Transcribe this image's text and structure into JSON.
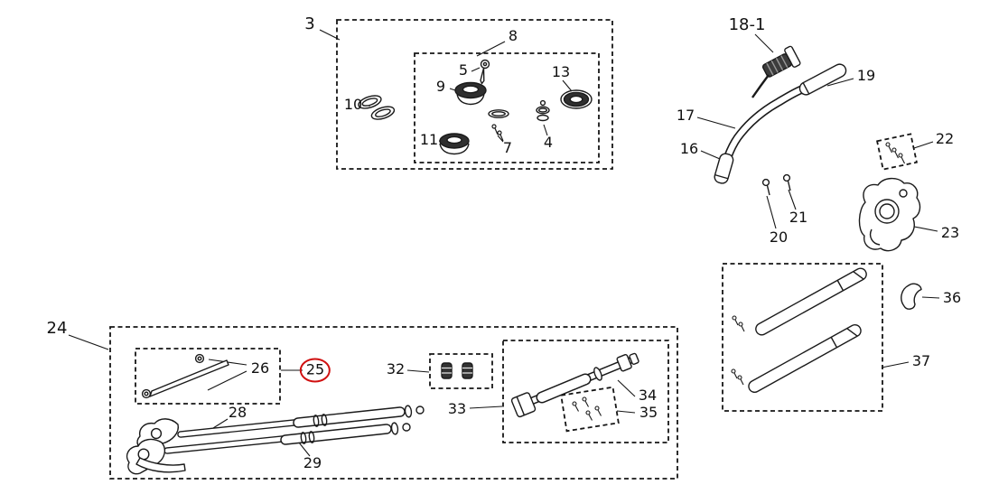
{
  "diagram": {
    "type": "exploded-parts-diagram",
    "highlighted_part": "25",
    "colors": {
      "line": "#1a1a1a",
      "highlight": "#d01010",
      "background": "#ffffff"
    },
    "labels": {
      "n3": "3",
      "n4": "4",
      "n5": "5",
      "n7": "7",
      "n8": "8",
      "n9": "9",
      "n10": "10",
      "n11": "11",
      "n13": "13",
      "n16": "16",
      "n17": "17",
      "n18_1": "18-1",
      "n19": "19",
      "n20": "20",
      "n21": "21",
      "n22": "22",
      "n23": "23",
      "n24": "24",
      "n25": "25",
      "n26": "26",
      "n28": "28",
      "n29": "29",
      "n32": "32",
      "n33": "33",
      "n34": "34",
      "n35": "35",
      "n36": "36",
      "n37": "37"
    }
  }
}
